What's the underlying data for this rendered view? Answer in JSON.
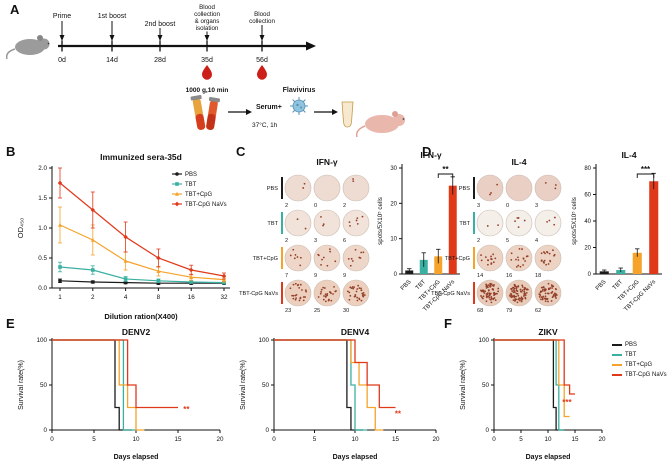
{
  "panel_labels": {
    "A": "A",
    "B": "B",
    "C": "C",
    "D": "D",
    "E": "E",
    "F": "F"
  },
  "groups": [
    "PBS",
    "TBT",
    "TBT+CpG",
    "TBT-CpG NaVs"
  ],
  "group_colors": [
    "#1b1b1b",
    "#3ab0a2",
    "#f5a32a",
    "#e0391a"
  ],
  "legend": [
    {
      "label": "PBS",
      "color": "#1b1b1b"
    },
    {
      "label": "TBT",
      "color": "#3ab0a2"
    },
    {
      "label": "TBT+CpG",
      "color": "#f5a32a"
    },
    {
      "label": "TBT-CpG NaVs",
      "color": "#e0391a"
    }
  ],
  "timeline": {
    "days": [
      "0d",
      "14d",
      "28d",
      "35d",
      "56d"
    ],
    "events": {
      "prime": "Prime",
      "boost1": "1st boost",
      "boost2": "2nd boost",
      "blood_organs": [
        "Blood",
        "collection",
        "& organs",
        "isolation"
      ],
      "blood": [
        "Blood",
        "collection"
      ]
    },
    "centrifuge": "1000 g,10 min",
    "serum": "Serum+",
    "flavivirus": "Flavivirus",
    "incubation": "37°C, 1h"
  },
  "elispot": {
    "ifng": {
      "title": "IFN-γ",
      "seed": 3,
      "dot_color": "#93402a",
      "rows": [
        {
          "group": "PBS",
          "color": "#1b1b1b",
          "well_color": "#eedbd1",
          "counts": [
            2,
            0,
            2
          ]
        },
        {
          "group": "TBT",
          "color": "#3ab0a2",
          "well_color": "#f1e3d9",
          "counts": [
            2,
            3,
            6
          ]
        },
        {
          "group": "TBT+CpG",
          "color": "#f5a32a",
          "well_color": "#eed7c8",
          "counts": [
            7,
            9,
            9
          ]
        },
        {
          "group": "TBT-CpG NaVs",
          "color": "#e0391a",
          "well_color": "#eccfbd",
          "counts": [
            23,
            25,
            30
          ]
        }
      ]
    },
    "il4": {
      "title": "IL-4",
      "seed": 11,
      "dot_color": "#93402a",
      "rows": [
        {
          "group": "PBS",
          "color": "#1b1b1b",
          "well_color": "#e9cfc4",
          "counts": [
            3,
            0,
            3
          ]
        },
        {
          "group": "TBT",
          "color": "#3ab0a2",
          "well_color": "#f5efe9",
          "counts": [
            2,
            5,
            4
          ]
        },
        {
          "group": "TBT+CpG",
          "color": "#f5a32a",
          "well_color": "#edd3c3",
          "counts": [
            14,
            16,
            18
          ]
        },
        {
          "group": "TBT-CpG NaVs",
          "color": "#e0391a",
          "well_color": "#e9cbb9",
          "counts": [
            68,
            79,
            62
          ]
        }
      ]
    }
  },
  "chart_data": [
    {
      "id": "sera",
      "type": "line",
      "title": "Immunized sera-35d",
      "xlabel": "Dilution ration(X400)",
      "ylabel": "OD₄₅₀",
      "x_categories": [
        "1",
        "2",
        "4",
        "8",
        "16",
        "32"
      ],
      "ylim": [
        0,
        2.0
      ],
      "yticks": [
        0,
        0.5,
        1.0,
        1.5,
        2.0
      ],
      "legend_position": "top-right",
      "grid": false,
      "series": [
        {
          "name": "PBS",
          "color": "#1b1b1b",
          "values": [
            0.12,
            0.1,
            0.09,
            0.08,
            0.08,
            0.08
          ],
          "errors": [
            0.03,
            0.02,
            0.02,
            0.02,
            0.02,
            0.02
          ]
        },
        {
          "name": "TBT",
          "color": "#3ab0a2",
          "values": [
            0.35,
            0.3,
            0.15,
            0.12,
            0.1,
            0.09
          ],
          "errors": [
            0.08,
            0.07,
            0.04,
            0.03,
            0.02,
            0.02
          ]
        },
        {
          "name": "TBT+CpG",
          "color": "#f5a32a",
          "values": [
            1.05,
            0.8,
            0.45,
            0.28,
            0.18,
            0.14
          ],
          "errors": [
            0.3,
            0.25,
            0.15,
            0.08,
            0.05,
            0.04
          ]
        },
        {
          "name": "TBT-CpG NaVs",
          "color": "#e0391a",
          "values": [
            1.75,
            1.3,
            0.85,
            0.5,
            0.3,
            0.2
          ],
          "errors": [
            0.25,
            0.3,
            0.25,
            0.15,
            0.08,
            0.05
          ]
        }
      ]
    },
    {
      "id": "ifng_bar",
      "type": "bar",
      "title": "IFN-γ",
      "ylabel": "spots/5X10⁵ cells",
      "xlabel": "",
      "categories": [
        "PBS",
        "TBT",
        "TBT+CpG",
        "TBT-CpG NaVs"
      ],
      "colors": [
        "#1b1b1b",
        "#3ab0a2",
        "#f5a32a",
        "#e0391a"
      ],
      "values": [
        1,
        4,
        5,
        25
      ],
      "errors": [
        0.5,
        2,
        2,
        2.5
      ],
      "ylim": [
        0,
        30
      ],
      "yticks": [
        0,
        10,
        20,
        30
      ],
      "significance": {
        "from": 2,
        "to": 3,
        "label": "**"
      }
    },
    {
      "id": "il4_bar",
      "type": "bar",
      "title": "IL-4",
      "ylabel": "spots/5X10⁵ cells",
      "xlabel": "",
      "categories": [
        "PBS",
        "TBT",
        "TBT+CpG",
        "TBT-CpG NaVs"
      ],
      "colors": [
        "#1b1b1b",
        "#3ab0a2",
        "#f5a32a",
        "#e0391a"
      ],
      "values": [
        2,
        3,
        16,
        70
      ],
      "errors": [
        1,
        1.5,
        3,
        6
      ],
      "ylim": [
        0,
        80
      ],
      "yticks": [
        0,
        20,
        40,
        60,
        80
      ],
      "significance": {
        "from": 2,
        "to": 3,
        "label": "***"
      }
    },
    {
      "id": "denv2",
      "type": "step",
      "title": "DENV2",
      "xlabel": "Days elapsed",
      "ylabel": "Survival rate(%)",
      "xlim": [
        0,
        20
      ],
      "xticks": [
        0,
        5,
        10,
        15,
        20
      ],
      "ylim": [
        0,
        100
      ],
      "yticks": [
        0,
        50,
        100
      ],
      "annotation": {
        "label": "**",
        "x": 16,
        "y": 20,
        "color": "#e0391a"
      },
      "series": [
        {
          "name": "PBS",
          "color": "#1b1b1b",
          "points": [
            [
              0,
              100
            ],
            [
              7.5,
              100
            ],
            [
              7.5,
              25
            ],
            [
              8,
              25
            ],
            [
              8,
              0
            ],
            [
              9.5,
              0
            ]
          ]
        },
        {
          "name": "TBT",
          "color": "#3ab0a2",
          "points": [
            [
              0,
              100
            ],
            [
              8.5,
              100
            ],
            [
              8.5,
              0
            ],
            [
              10,
              0
            ]
          ]
        },
        {
          "name": "TBT+CpG",
          "color": "#f5a32a",
          "points": [
            [
              0,
              100
            ],
            [
              8,
              100
            ],
            [
              8,
              50
            ],
            [
              9,
              50
            ],
            [
              9,
              25
            ],
            [
              10,
              25
            ],
            [
              10,
              0
            ],
            [
              11,
              0
            ]
          ]
        },
        {
          "name": "TBT-CpG NaVs",
          "color": "#e0391a",
          "points": [
            [
              0,
              100
            ],
            [
              9,
              100
            ],
            [
              9,
              50
            ],
            [
              10,
              50
            ],
            [
              10,
              25
            ],
            [
              15,
              25
            ]
          ]
        }
      ]
    },
    {
      "id": "denv4",
      "type": "step",
      "title": "DENV4",
      "xlabel": "Days elapsed",
      "ylabel": "Survival rate(%)",
      "xlim": [
        0,
        20
      ],
      "xticks": [
        0,
        5,
        10,
        15,
        20
      ],
      "ylim": [
        0,
        100
      ],
      "yticks": [
        0,
        50,
        100
      ],
      "annotation": {
        "label": "**",
        "x": 15.3,
        "y": 15,
        "color": "#e0391a"
      },
      "series": [
        {
          "name": "PBS",
          "color": "#1b1b1b",
          "points": [
            [
              0,
              100
            ],
            [
              9,
              100
            ],
            [
              9,
              25
            ],
            [
              9.5,
              25
            ],
            [
              9.5,
              0
            ],
            [
              11,
              0
            ]
          ]
        },
        {
          "name": "TBT",
          "color": "#3ab0a2",
          "points": [
            [
              0,
              100
            ],
            [
              9.5,
              100
            ],
            [
              9.5,
              50
            ],
            [
              10,
              50
            ],
            [
              10,
              0
            ],
            [
              11.5,
              0
            ]
          ]
        },
        {
          "name": "TBT+CpG",
          "color": "#f5a32a",
          "points": [
            [
              0,
              100
            ],
            [
              9.5,
              100
            ],
            [
              9.5,
              75
            ],
            [
              10.5,
              75
            ],
            [
              10.5,
              50
            ],
            [
              11.5,
              50
            ],
            [
              11.5,
              25
            ],
            [
              12.5,
              25
            ],
            [
              12.5,
              0
            ],
            [
              13.5,
              0
            ]
          ]
        },
        {
          "name": "TBT-CpG NaVs",
          "color": "#e0391a",
          "points": [
            [
              0,
              100
            ],
            [
              10,
              100
            ],
            [
              10,
              75
            ],
            [
              11.5,
              75
            ],
            [
              11.5,
              50
            ],
            [
              13,
              50
            ],
            [
              13,
              25
            ],
            [
              15,
              25
            ]
          ]
        }
      ]
    },
    {
      "id": "zikv",
      "type": "step",
      "title": "ZIKV",
      "xlabel": "Days elapsed",
      "ylabel": "Survival rate(%)",
      "xlim": [
        0,
        20
      ],
      "xticks": [
        0,
        5,
        10,
        15,
        20
      ],
      "ylim": [
        0,
        100
      ],
      "yticks": [
        0,
        50,
        100
      ],
      "annotation": {
        "label": "***",
        "x": 13.5,
        "y": 28,
        "color": "#e0391a"
      },
      "series": [
        {
          "name": "PBS",
          "color": "#1b1b1b",
          "points": [
            [
              0,
              100
            ],
            [
              11,
              100
            ],
            [
              11,
              25
            ],
            [
              11.5,
              25
            ],
            [
              11.5,
              0
            ],
            [
              13,
              0
            ]
          ]
        },
        {
          "name": "TBT",
          "color": "#3ab0a2",
          "points": [
            [
              0,
              100
            ],
            [
              11.5,
              100
            ],
            [
              11.5,
              50
            ],
            [
              12,
              50
            ],
            [
              12,
              0
            ],
            [
              13,
              0
            ]
          ]
        },
        {
          "name": "TBT+CpG",
          "color": "#f5a32a",
          "points": [
            [
              0,
              100
            ],
            [
              12,
              100
            ],
            [
              12,
              50
            ],
            [
              13,
              50
            ],
            [
              13,
              15
            ],
            [
              14,
              15
            ]
          ]
        },
        {
          "name": "TBT-CpG NaVs",
          "color": "#e0391a",
          "points": [
            [
              0,
              100
            ],
            [
              13,
              100
            ],
            [
              13,
              50
            ],
            [
              14,
              50
            ],
            [
              14,
              40
            ],
            [
              15,
              40
            ]
          ]
        }
      ]
    }
  ]
}
